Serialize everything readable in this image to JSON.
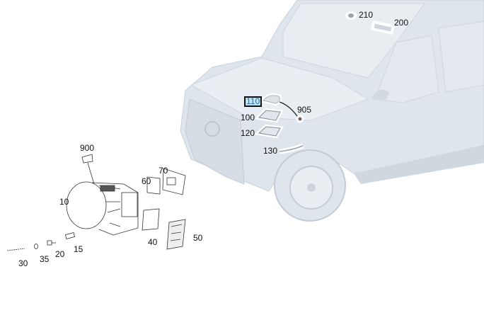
{
  "diagram": {
    "selected_callout": "110",
    "callouts": [
      "210",
      "200",
      "110",
      "100",
      "905",
      "120",
      "130",
      "900",
      "70",
      "60",
      "10",
      "40",
      "50",
      "30",
      "35",
      "20",
      "15"
    ]
  },
  "colors": {
    "body": "#dfe5ec",
    "body_light": "#eef2f6",
    "line": "#c3ccd6",
    "selected": "#bfe4f7"
  }
}
